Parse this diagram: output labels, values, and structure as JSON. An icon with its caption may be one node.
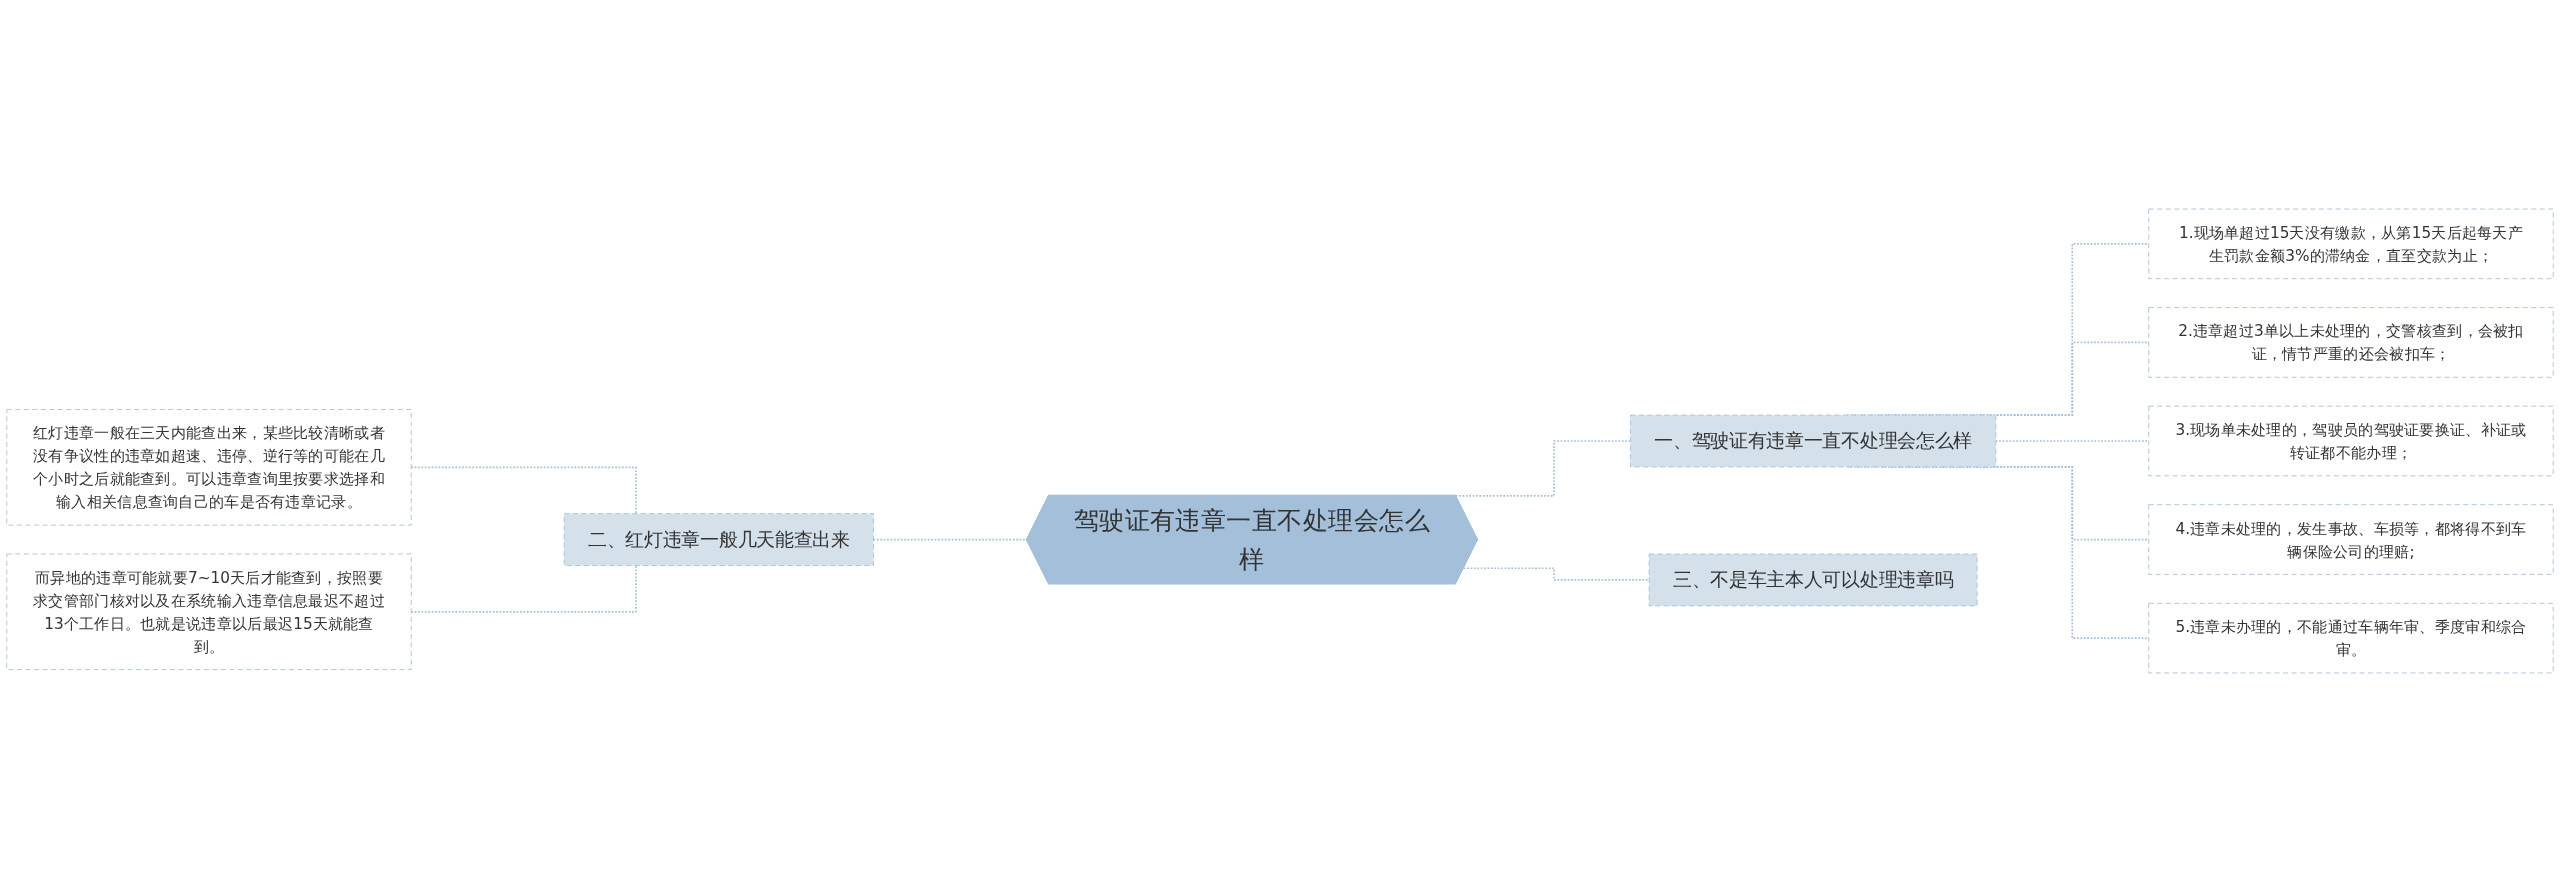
{
  "diagram": {
    "nodes": [
      {
        "text": [
          "驾驶证有违章一直不处理会怎么样"
        ]
      },
      {
        "text": [
          "一、驾驶证有违章一直不处理会怎么样"
        ]
      },
      {
        "text": [
          "1.现场单超过15天没有缴款，从第15天后起每天产生罚款金额3%的滞纳金，直至交款为止；"
        ]
      },
      {
        "text": [
          "2.违章超过3单以上未处理的，交警核查到，会被扣证，情节严重的还会被扣车；"
        ]
      },
      {
        "text": [
          "3.现场单未处理的，驾驶员的驾驶证要换证、补证或转证都不能办理；"
        ]
      },
      {
        "text": [
          "4.违章未处理的，发生事故、车损等，都将得不到车辆保险公司的理赔;"
        ]
      },
      {
        "text": [
          "5.违章未办理的，不能通过车辆年审、季度审和综合审。"
        ]
      },
      {
        "text": [
          "三、不是车主本人可以处理违章吗"
        ]
      },
      {
        "text": [
          "二、红灯违章一般几天能查出来"
        ]
      },
      {
        "text": [
          "红灯违章一般在三天内能查出来，某些比较清晰或者没有争议性的违章如超速、违停、逆行等的可能在几个小时之后就能查到。可以违章查询里按要求选择和输入相关信息查询自己的车是否有违章记录。"
        ]
      },
      {
        "text": [
          "而异地的违章可能就要7~10天后才能查到，按照要求交管部门核对以及在系统输入违章信息最迟不超过13个工作日。也就是说违章以后最迟15天就能查到。"
        ]
      }
    ],
    "edges": [
      {
        "from": 0,
        "to": 1,
        "arrow": "none",
        "style": "dashed"
      },
      {
        "from": 1,
        "to": 2,
        "arrow": "none",
        "style": "dashed"
      },
      {
        "from": 1,
        "to": 3,
        "arrow": "none",
        "style": "dashed"
      },
      {
        "from": 1,
        "to": 4,
        "arrow": "none",
        "style": "dashed"
      },
      {
        "from": 1,
        "to": 5,
        "arrow": "none",
        "style": "dashed"
      },
      {
        "from": 1,
        "to": 6,
        "arrow": "none",
        "style": "dashed"
      },
      {
        "from": 0,
        "to": 7,
        "arrow": "none",
        "style": "dashed"
      },
      {
        "from": 0,
        "to": 8,
        "arrow": "none",
        "style": "dashed"
      },
      {
        "from": 8,
        "to": 9,
        "arrow": "none",
        "style": "dashed"
      },
      {
        "from": 8,
        "to": 10,
        "arrow": "none",
        "style": "dashed"
      }
    ]
  }
}
